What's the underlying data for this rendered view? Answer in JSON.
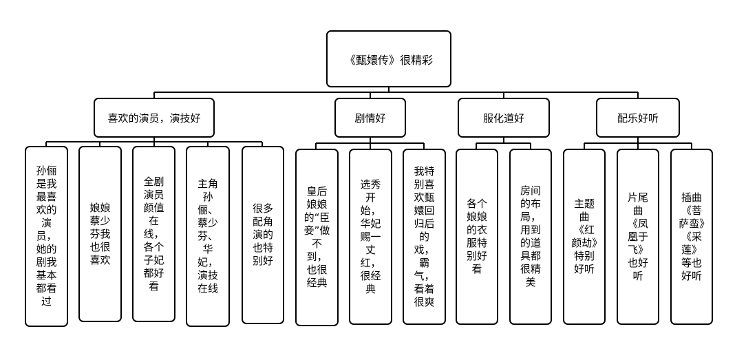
{
  "root": {
    "label": "《甄嬛传》很精彩"
  },
  "categories": [
    {
      "label": "喜欢的演员，演技好",
      "children": [
        "孙俪是我最喜欢的演员，她的剧我基本都看过",
        "娘娘蔡少芬我也很喜欢",
        "全剧演员颜值在线，各个子妃都好看",
        "主角孙俪、蔡少芬、华妃，演技在线",
        "很多配角演的也特别好"
      ]
    },
    {
      "label": "剧情好",
      "children": [
        "皇后娘娘的“臣妾”做不到，也很经典",
        "选秀开始，华妃赐一丈红，很经典",
        "我特别喜欢甄嬛回归后的戏，霸气，看着很爽"
      ]
    },
    {
      "label": "服化道好",
      "children": [
        "各个娘娘的衣服特别好看",
        "房间的布局，用到的道具都很精美"
      ]
    },
    {
      "label": "配乐好听",
      "children": [
        "主题曲《红颜劫》特别好听",
        "片尾曲《凤凰于飞》也好听",
        "插曲《菩萨蛮》《采莲》等也好听"
      ]
    }
  ]
}
